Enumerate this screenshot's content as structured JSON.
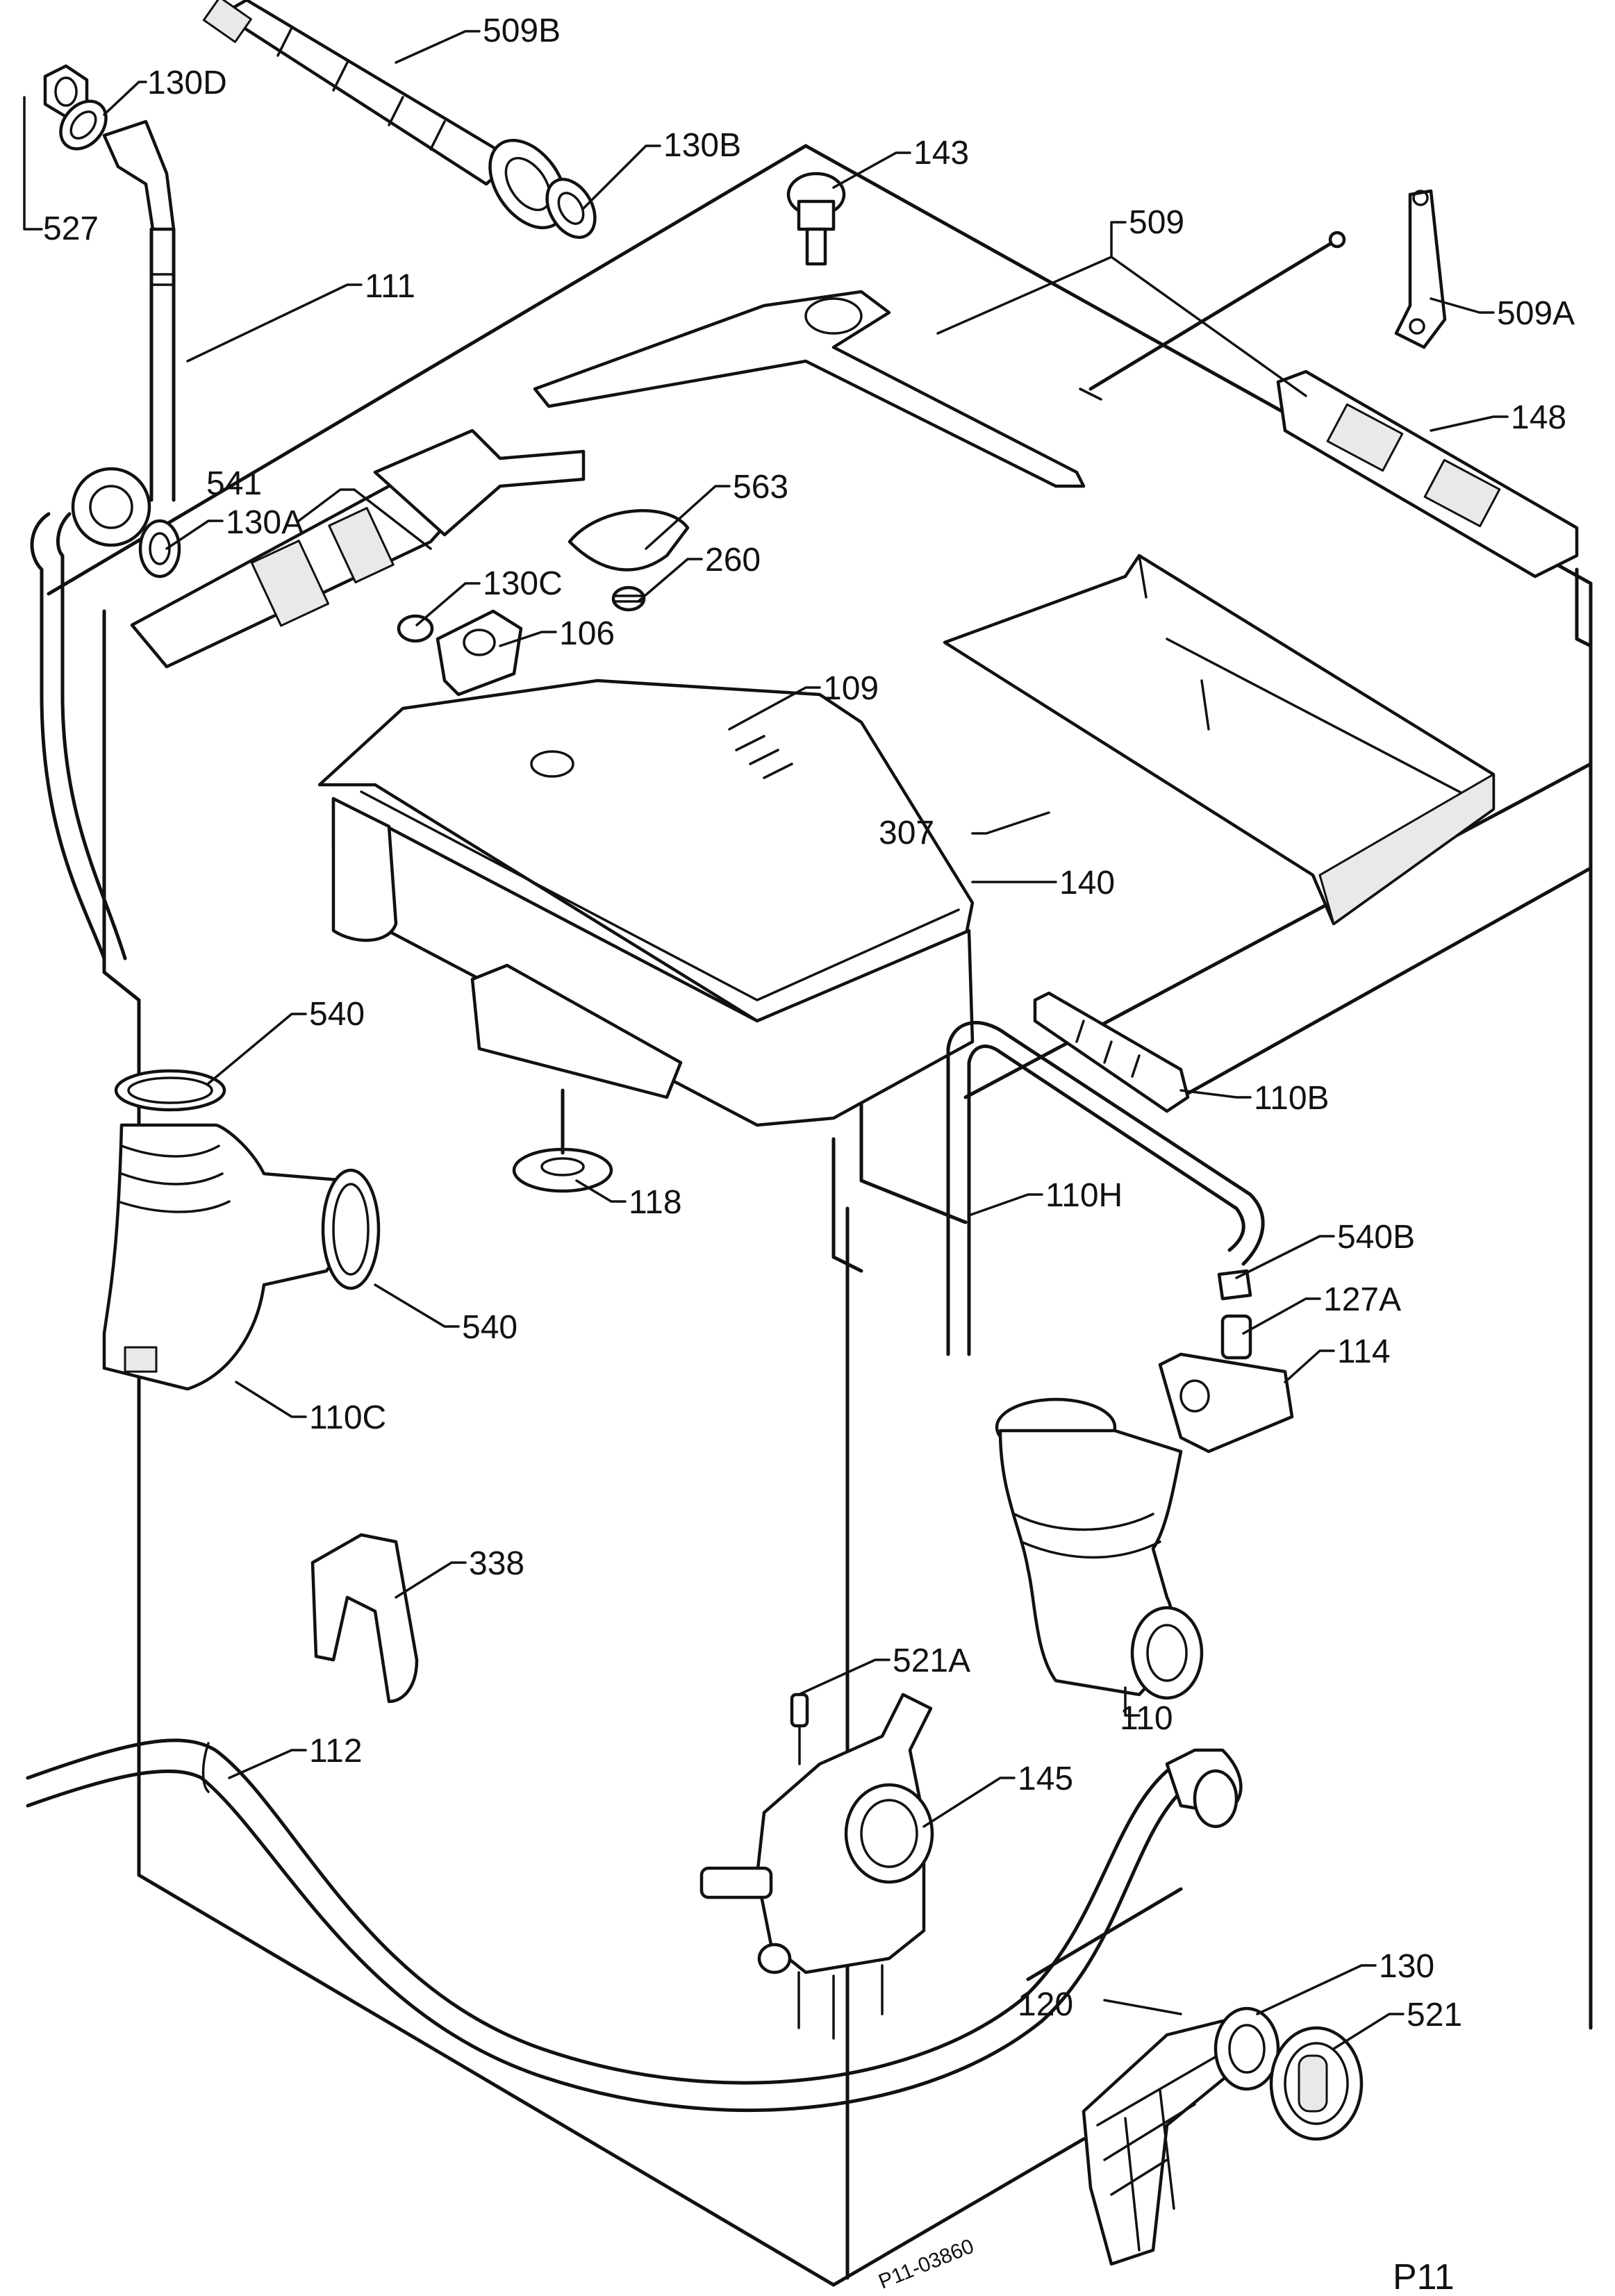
{
  "diagram": {
    "labels": {
      "l509B": "509B",
      "l130D": "130D",
      "l527": "527",
      "l130B": "130B",
      "l143": "143",
      "l509": "509",
      "l111": "111",
      "l509A": "509A",
      "l148": "148",
      "l541": "541",
      "l130A": "130A",
      "l563": "563",
      "l260": "260",
      "l130C": "130C",
      "l106": "106",
      "l109": "109",
      "l307": "307",
      "l140": "140",
      "l540a": "540",
      "l110B": "110B",
      "l118": "118",
      "l110H": "110H",
      "l540B": "540B",
      "l540b": "540",
      "l127A": "127A",
      "l114": "114",
      "l110C": "110C",
      "l338": "338",
      "l521A": "521A",
      "l110": "110",
      "l112": "112",
      "l145": "145",
      "l130": "130",
      "l120": "120",
      "l521": "521"
    },
    "drawing_number": "P11-03860",
    "page_id": "P11"
  }
}
